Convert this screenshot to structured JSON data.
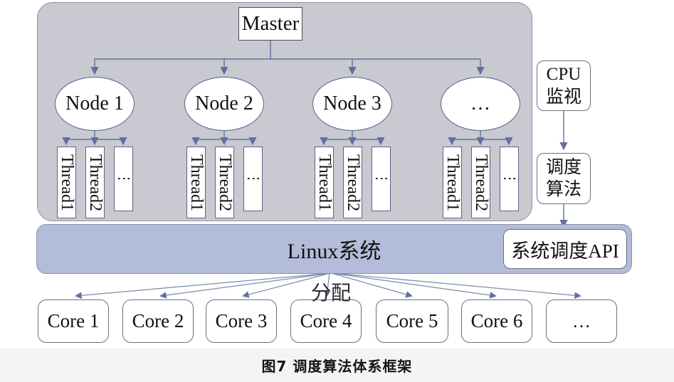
{
  "diagram": {
    "master_label": "Master",
    "nodes": [
      {
        "label": "Node 1"
      },
      {
        "label": "Node 2"
      },
      {
        "label": "Node 3"
      },
      {
        "label": "…"
      }
    ],
    "thread_groups": [
      {
        "threads": [
          "Thread1",
          "Thread2",
          "⋮"
        ]
      },
      {
        "threads": [
          "Thread1",
          "Thread2",
          "⋮"
        ]
      },
      {
        "threads": [
          "Thread1",
          "Thread2",
          "⋮"
        ]
      },
      {
        "threads": [
          "Thread1",
          "Thread2",
          "⋮"
        ]
      }
    ],
    "cpu_monitor": {
      "line1": "CPU",
      "line2": "监视"
    },
    "scheduler": {
      "line1": "调度",
      "line2": "算法"
    },
    "linux_label": "Linux系统",
    "api_label": "系统调度API",
    "assign_label": "分配",
    "cores": [
      "Core 1",
      "Core 2",
      "Core 3",
      "Core 4",
      "Core 5",
      "Core 6",
      "…"
    ]
  },
  "caption": "图7  调度算法体系框架",
  "colors": {
    "panel_fill": "#c9c9d1",
    "linux_bar_fill": "#b3bcd8",
    "connector": "#60709f",
    "caption_band": "#f4f4f4"
  }
}
